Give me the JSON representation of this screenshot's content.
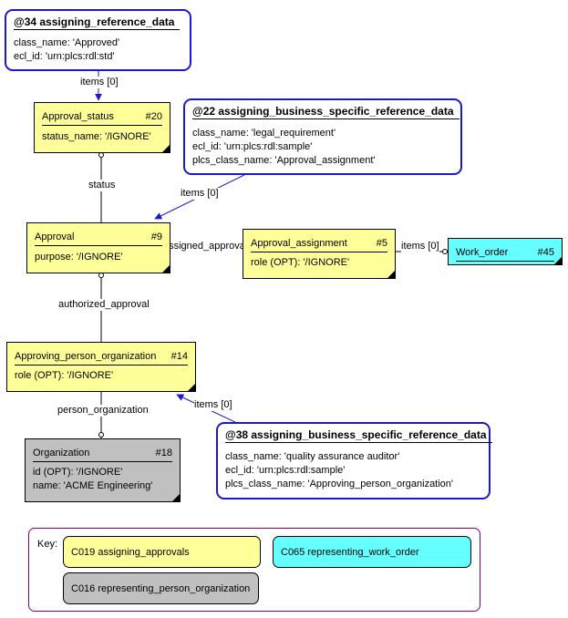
{
  "ref_boxes": {
    "ref34": {
      "title": "@34 assigning_reference_data",
      "lines": [
        "class_name: 'Approved'",
        "ecl_id: 'urn:plcs:rdl:std'"
      ]
    },
    "ref22": {
      "title": "@22 assigning_business_specific_reference_data",
      "lines": [
        "class_name: 'legal_requirement'",
        "ecl_id: 'urn:plcs:rdl:sample'",
        "plcs_class_name: 'Approval_assignment'"
      ]
    },
    "ref38": {
      "title": "@38 assigning_business_specific_reference_data",
      "lines": [
        "class_name: 'quality assurance auditor'",
        "ecl_id: 'urn:plcs:rdl:sample'",
        "plcs_class_name: 'Approving_person_organization'"
      ]
    }
  },
  "entities": {
    "approval_status": {
      "name": "Approval_status",
      "number": "#20",
      "attrs": [
        "status_name: '/IGNORE'"
      ]
    },
    "approval": {
      "name": "Approval",
      "number": "#9",
      "attrs": [
        "purpose: '/IGNORE'"
      ]
    },
    "approval_assignment": {
      "name": "Approval_assignment",
      "number": "#5",
      "attrs": [
        "role (OPT): '/IGNORE'"
      ]
    },
    "work_order": {
      "name": "Work_order",
      "number": "#45",
      "attrs": []
    },
    "approving_person_organization": {
      "name": "Approving_person_organization",
      "number": "#14",
      "attrs": [
        "role (OPT): '/IGNORE'"
      ]
    },
    "organization": {
      "name": "Organization",
      "number": "#18",
      "attrs": [
        "id (OPT): '/IGNORE'",
        "name: 'ACME Engineering'"
      ]
    }
  },
  "relations": {
    "items34": "items [0]",
    "items22": "items [0]",
    "status": "status",
    "assigned_approval": "assigned_approval",
    "items_wo": "items [0]",
    "authorized_approval": "authorized_approval",
    "person_organization": "person_organization",
    "items38": "items [0]"
  },
  "key": {
    "label": "Key:",
    "items": [
      {
        "label": "C019 assigning_approvals",
        "color": "#ffff99"
      },
      {
        "label": "C065 representing_work_order",
        "color": "#66ffff"
      },
      {
        "label": "C016 representing_person_organization",
        "color": "#c0c0c0"
      }
    ]
  },
  "colors": {
    "yellow": "#ffff99",
    "cyan": "#66ffff",
    "grey": "#c0c0c0",
    "ref_border": "#1a1acc",
    "key_border": "#800080"
  }
}
